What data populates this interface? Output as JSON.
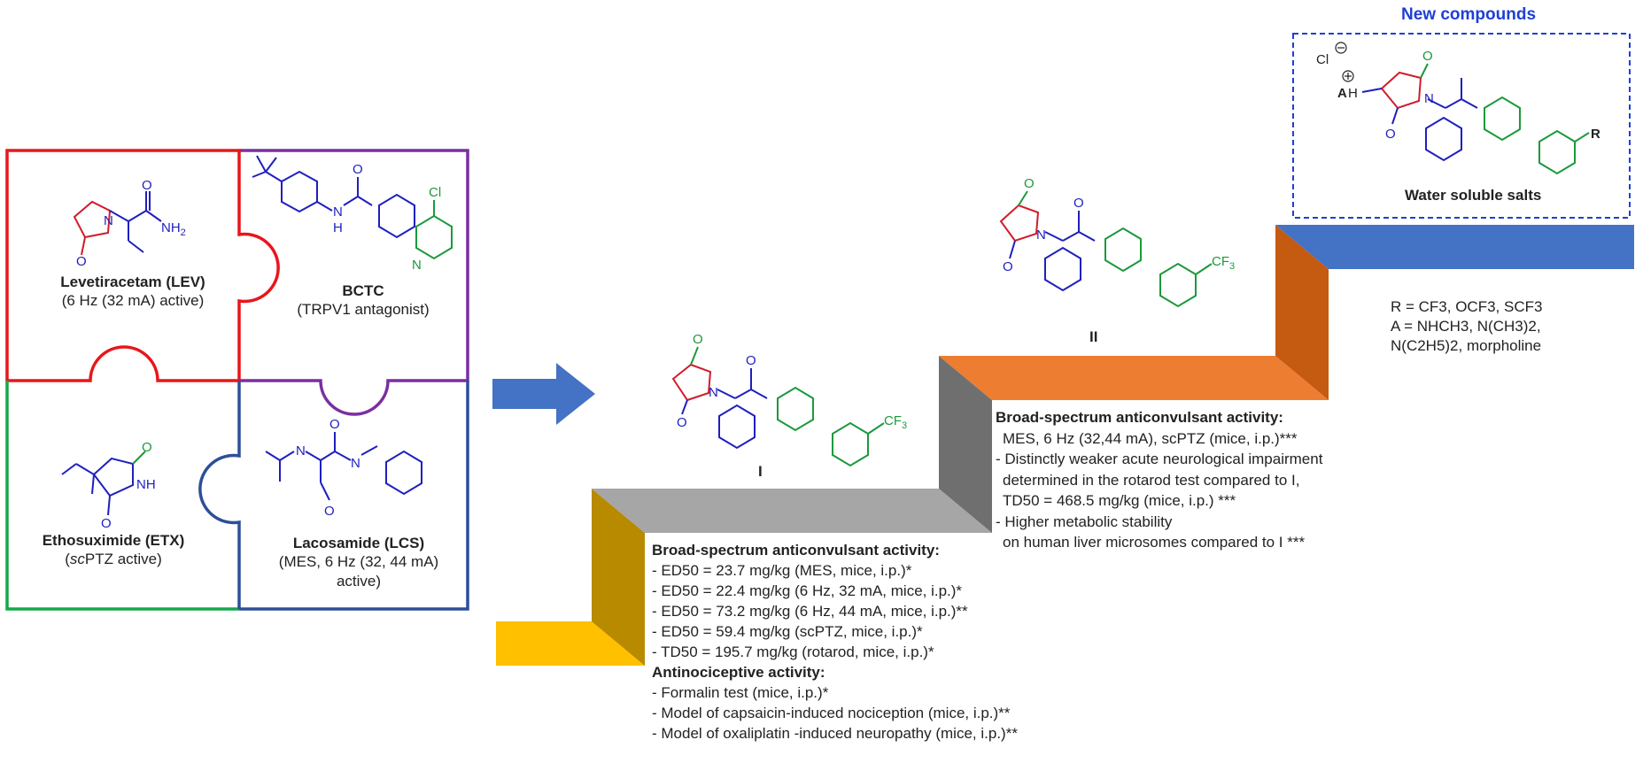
{
  "colors": {
    "red": "#e8161b",
    "purple": "#7a2fa0",
    "green": "#14a84a",
    "navy": "#2e4e9a",
    "arrow": "#4472c4",
    "step_yellow": "#ffc000",
    "step_mustard": "#b88a00",
    "step_grey_top": "#a6a6a6",
    "step_grey_side": "#6f6f6f",
    "step_orange_top": "#ed7d31",
    "step_orange_side": "#c55a11",
    "step_blue": "#4472c4",
    "mol_blue": "#1f1fbf",
    "mol_red": "#d01c2a",
    "mol_green": "#1a9a3a"
  },
  "puzzle": {
    "lev": {
      "name": "Levetiracetam (LEV)",
      "note": "(6 Hz (32 mA) active)"
    },
    "bctc": {
      "name": "BCTC",
      "note": "(TRPV1 antagonist)"
    },
    "etx": {
      "name": "Ethosuximide (ETX)",
      "note_italic": "sc",
      "note_rest": "PTZ active)",
      "note_open": "("
    },
    "lcs": {
      "name": "Lacosamide (LCS)",
      "note1": "(MES, 6 Hz (32, 44 mA)",
      "note2": "active)"
    }
  },
  "compounds": {
    "cmp1_label": "I",
    "cmp2_label": "II",
    "cf3": "CF",
    "cf3_sub": "3",
    "cl": "Cl",
    "nh2": "NH",
    "nh2_sub": "2",
    "atoms": {
      "o": "O",
      "n": "N",
      "h": "H",
      "nh": "NH",
      "r": "R",
      "a": "A"
    }
  },
  "new_compounds": {
    "title": "New compounds",
    "subtitle": "Water soluble salts",
    "cl_minus": "Cl",
    "legend_r": "R = CF3, OCF3, SCF3",
    "legend_a1": "A = NHCH3, N(CH3)2,",
    "legend_a2": "N(C2H5)2, morpholine"
  },
  "activity_I": {
    "head1": "Broad-spectrum anticonvulsant activity:",
    "lines1": [
      "- ED50 = 23.7 mg/kg (MES, mice, i.p.)*",
      "- ED50 = 22.4 mg/kg (6 Hz, 32 mA, mice, i.p.)*",
      "- ED50 = 73.2 mg/kg (6 Hz, 44 mA, mice, i.p.)**",
      "- ED50 = 59.4 mg/kg (scPTZ, mice, i.p.)*",
      "- TD50 = 195.7 mg/kg (rotarod, mice, i.p.)*"
    ],
    "head2": "Antinociceptive activity:",
    "lines2": [
      "- Formalin test (mice, i.p.)*",
      "- Model of capsaicin-induced nociception (mice, i.p.)**",
      "- Model of oxaliplatin -induced neuropathy (mice, i.p.)**"
    ]
  },
  "activity_II": {
    "head": "Broad-spectrum anticonvulsant activity:",
    "lines": [
      "MES, 6 Hz (32,44 mA), scPTZ (mice, i.p.)***",
      "- Distinctly weaker acute neurological impairment",
      "determined in the rotarod test compared to I,",
      "TD50 = 468.5 mg/kg (mice, i.p.) ***",
      "- Higher metabolic stability",
      "on human liver microsomes compared to I ***"
    ]
  }
}
